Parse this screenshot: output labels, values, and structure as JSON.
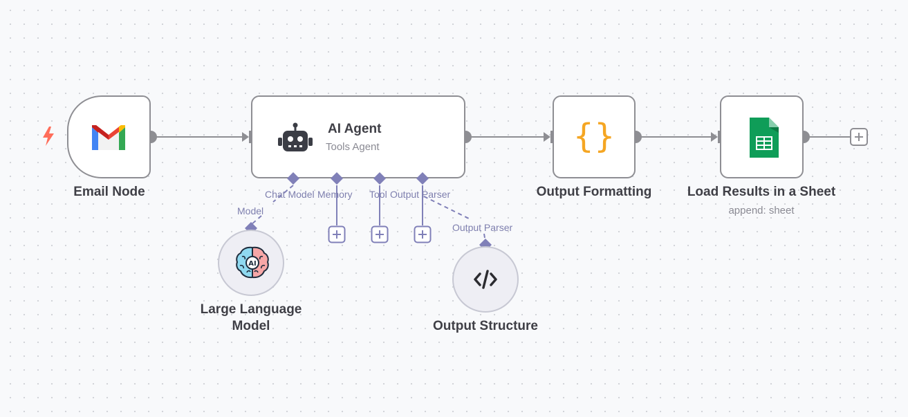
{
  "canvas": {
    "accent_color": "#8080b8",
    "connection_color": "#8e8e93",
    "trigger_color": "#ff6d5a"
  },
  "nodes": {
    "email": {
      "title": "Email Node",
      "icon": "gmail-icon"
    },
    "agent": {
      "title": "AI Agent",
      "subtitle": "Tools Agent",
      "icon": "robot-icon",
      "ports": {
        "chat_model": "Chat Model",
        "memory": "Memory",
        "tool": "Tool",
        "output_parser": "Output Parser"
      }
    },
    "formatting": {
      "title": "Output Formatting",
      "icon": "code-braces-icon"
    },
    "sheet": {
      "title": "Load Results in a Sheet",
      "subtitle": "append: sheet",
      "icon": "google-sheets-icon"
    },
    "llm": {
      "title_line1": "Large Language",
      "title_line2": "Model",
      "port_label": "Model",
      "icon": "ai-brain-icon"
    },
    "structure": {
      "title": "Output Structure",
      "port_label": "Output Parser",
      "icon": "code-tag-icon"
    }
  }
}
